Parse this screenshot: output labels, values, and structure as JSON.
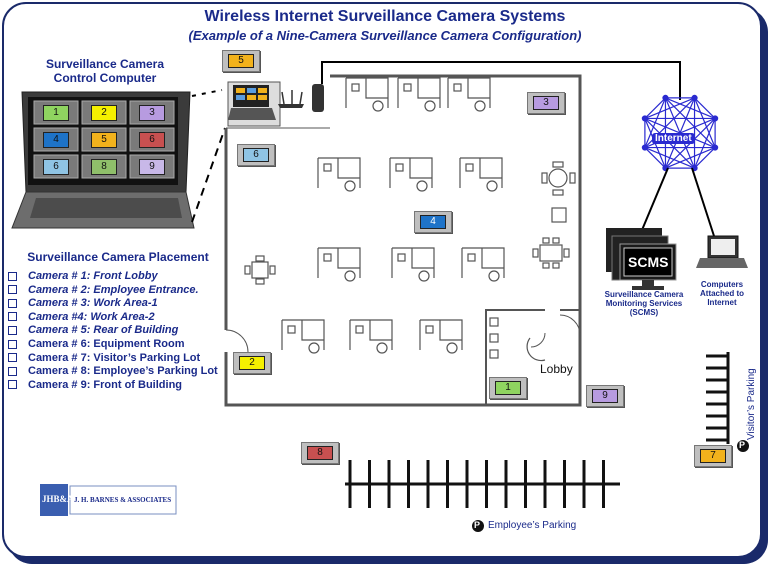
{
  "title": "Wireless Internet Surveillance Camera Systems",
  "subtitle": "(Example of a Nine-Camera Surveillance Camera Configuration)",
  "control_computer_label": "Surveillance Camera Control Computer",
  "monitor_tiles": [
    "1",
    "2",
    "3",
    "4",
    "5",
    "6",
    "6",
    "8",
    "9"
  ],
  "placement_heading": "Surveillance Camera Placement",
  "placement_list": [
    "Camera # 1: Front Lobby",
    "Camera # 2: Employee Entrance.",
    "Camera # 3: Work Area-1",
    "Camera #4: Work Area-2",
    "Camera # 5: Rear of Building",
    "Camera # 6: Equipment Room",
    "Camera # 7: Visitor’s Parking Lot",
    "Camera # 8: Employee’s Parking Lot",
    "Camera # 9: Front of Building"
  ],
  "cameras": {
    "c1": "1",
    "c2": "2",
    "c3": "3",
    "c4": "4",
    "c5": "5",
    "c6": "6",
    "c7": "7",
    "c8": "8",
    "c9": "9"
  },
  "lobby_label": "Lobby",
  "internet_label": "Internet",
  "scms_screen_text": "SCMS",
  "scms_label": "Surveillance Camera Monitoring Services (SCMS)",
  "computers_label": "Computers Attached to Internet",
  "visitor_parking_label": "Visitor’s Parking",
  "employee_parking_label": "Employee’s Parking",
  "parking_symbol": "P",
  "logo_initials": "JHB&A",
  "logo_name": "J. H. BARNES & ASSOCIATES",
  "colors": {
    "title_blue": "#1a2a8a",
    "cam1": "#8fd460",
    "cam2": "#f5f000",
    "cam3": "#b79be0",
    "cam4": "#1e73c8",
    "cam5": "#f2b21c",
    "cam6": "#8fc4e4",
    "cam7": "#f2b21c",
    "cam8": "#c85050",
    "cam9": "#b79be0"
  }
}
